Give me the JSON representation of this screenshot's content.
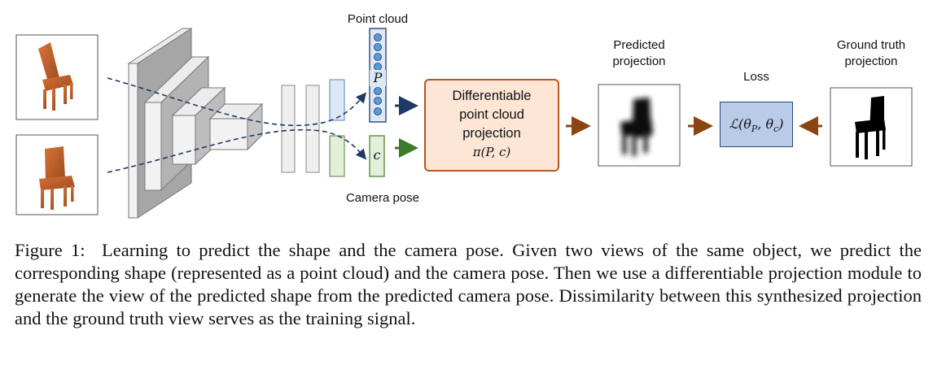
{
  "figure": {
    "labels": {
      "point_cloud": "Point cloud",
      "camera_pose": "Camera pose",
      "p_symbol": "P",
      "c_symbol": "c",
      "module_line1": "Differentiable",
      "module_line2": "point cloud",
      "module_line3": "projection",
      "module_formula": "π(P, c)",
      "predicted_line1": "Predicted",
      "predicted_line2": "projection",
      "loss_title": "Loss",
      "loss_formula": "ℒ(θ_P, θ_c)",
      "gt_line1": "Ground truth",
      "gt_line2": "projection"
    },
    "colors": {
      "module_border": "#b8571f",
      "module_fill": "#fde6d6",
      "loss_fill": "#b9cbe9",
      "pointcloud_fill": "#dce8f5",
      "pointcloud_dot": "#5b9bd5",
      "camera_fill": "#e2efd9",
      "camera_border": "#548235",
      "arrow_navy": "#1f3864",
      "arrow_green": "#3a7a2a",
      "arrow_brown": "#8b4513"
    }
  },
  "caption": {
    "label": "Figure 1:",
    "text": "Learning to predict the shape and the camera pose. Given two views of the same object, we predict the corresponding shape (represented as a point cloud) and the camera pose. Then we use a differentiable projection module to generate the view of the predicted shape from the predicted camera pose. Dissimilarity between this synthesized projection and the ground truth view serves as the training signal."
  }
}
